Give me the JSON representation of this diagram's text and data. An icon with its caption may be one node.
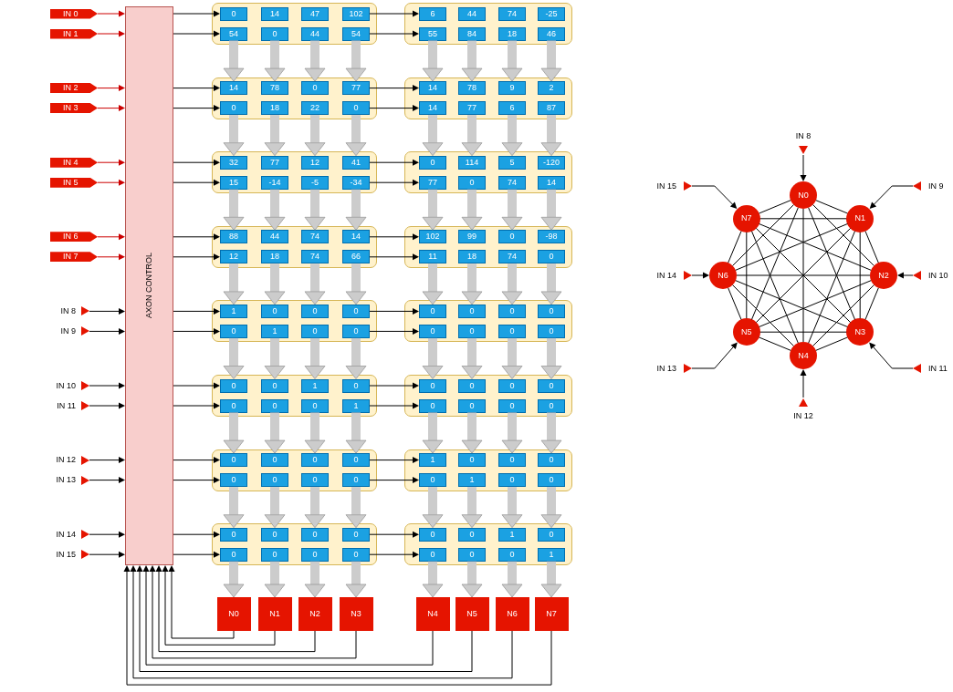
{
  "diagram": {
    "nodes": [
      {
        "text": [
          "IN 0"
        ]
      },
      {
        "text": [
          "IN 1"
        ]
      },
      {
        "text": [
          "IN 2"
        ]
      },
      {
        "text": [
          "IN 3"
        ]
      },
      {
        "text": [
          "IN 4"
        ]
      },
      {
        "text": [
          "IN 5"
        ]
      },
      {
        "text": [
          "IN 6"
        ]
      },
      {
        "text": [
          "IN 7"
        ]
      },
      {
        "text": [
          "IN 8"
        ]
      },
      {
        "text": [
          "IN 9"
        ]
      },
      {
        "text": [
          "IN 10"
        ]
      },
      {
        "text": [
          "IN 11"
        ]
      },
      {
        "text": [
          "IN 12"
        ]
      },
      {
        "text": [
          "IN 13"
        ]
      },
      {
        "text": [
          "IN 14"
        ]
      },
      {
        "text": [
          "IN 15"
        ]
      },
      {
        "text": [
          "AXON CONTROL"
        ]
      },
      {
        "text": [],
        "shape": "box"
      },
      {
        "text": [
          "0"
        ],
        "in": 17
      },
      {
        "text": [
          "14"
        ],
        "in": 17
      },
      {
        "text": [
          "47"
        ],
        "in": 17
      },
      {
        "text": [
          "102"
        ],
        "in": 17
      },
      {
        "text": [
          "54"
        ],
        "in": 17
      },
      {
        "text": [
          "0"
        ],
        "in": 17
      },
      {
        "text": [
          "44"
        ],
        "in": 17
      },
      {
        "text": [
          "54"
        ],
        "in": 17
      },
      {
        "text": [],
        "shape": "box"
      },
      {
        "text": [
          "6"
        ],
        "in": 26
      },
      {
        "text": [
          "44"
        ],
        "in": 26
      },
      {
        "text": [
          "74"
        ],
        "in": 26
      },
      {
        "text": [
          "-25"
        ],
        "in": 26
      },
      {
        "text": [
          "55"
        ],
        "in": 26
      },
      {
        "text": [
          "84"
        ],
        "in": 26
      },
      {
        "text": [
          "18"
        ],
        "in": 26
      },
      {
        "text": [
          "46"
        ],
        "in": 26
      },
      {
        "text": [],
        "shape": "box"
      },
      {
        "text": [
          "14"
        ],
        "in": 35
      },
      {
        "text": [
          "78"
        ],
        "in": 35
      },
      {
        "text": [
          "0"
        ],
        "in": 35
      },
      {
        "text": [
          "77"
        ],
        "in": 35
      },
      {
        "text": [
          "0"
        ],
        "in": 35
      },
      {
        "text": [
          "18"
        ],
        "in": 35
      },
      {
        "text": [
          "22"
        ],
        "in": 35
      },
      {
        "text": [
          "0"
        ],
        "in": 35
      },
      {
        "text": [],
        "shape": "box"
      },
      {
        "text": [
          "14"
        ],
        "in": 44
      },
      {
        "text": [
          "78"
        ],
        "in": 44
      },
      {
        "text": [
          "9"
        ],
        "in": 44
      },
      {
        "text": [
          "2"
        ],
        "in": 44
      },
      {
        "text": [
          "14"
        ],
        "in": 44
      },
      {
        "text": [
          "77"
        ],
        "in": 44
      },
      {
        "text": [
          "6"
        ],
        "in": 44
      },
      {
        "text": [
          "87"
        ],
        "in": 44
      },
      {
        "text": [],
        "shape": "box"
      },
      {
        "text": [
          "32"
        ],
        "in": 53
      },
      {
        "text": [
          "77"
        ],
        "in": 53
      },
      {
        "text": [
          "12"
        ],
        "in": 53
      },
      {
        "text": [
          "41"
        ],
        "in": 53
      },
      {
        "text": [
          "15"
        ],
        "in": 53
      },
      {
        "text": [
          "-14"
        ],
        "in": 53
      },
      {
        "text": [
          "-5"
        ],
        "in": 53
      },
      {
        "text": [
          "-34"
        ],
        "in": 53
      },
      {
        "text": [],
        "shape": "box"
      },
      {
        "text": [
          "0"
        ],
        "in": 62
      },
      {
        "text": [
          "114"
        ],
        "in": 62
      },
      {
        "text": [
          "5"
        ],
        "in": 62
      },
      {
        "text": [
          "-120"
        ],
        "in": 62
      },
      {
        "text": [
          "77"
        ],
        "in": 62
      },
      {
        "text": [
          "0"
        ],
        "in": 62
      },
      {
        "text": [
          "74"
        ],
        "in": 62
      },
      {
        "text": [
          "14"
        ],
        "in": 62
      },
      {
        "text": [],
        "shape": "box"
      },
      {
        "text": [
          "88"
        ],
        "in": 71
      },
      {
        "text": [
          "44"
        ],
        "in": 71
      },
      {
        "text": [
          "74"
        ],
        "in": 71
      },
      {
        "text": [
          "14"
        ],
        "in": 71
      },
      {
        "text": [
          "12"
        ],
        "in": 71
      },
      {
        "text": [
          "18"
        ],
        "in": 71
      },
      {
        "text": [
          "74"
        ],
        "in": 71
      },
      {
        "text": [
          "66"
        ],
        "in": 71
      },
      {
        "text": [],
        "shape": "box"
      },
      {
        "text": [
          "102"
        ],
        "in": 80
      },
      {
        "text": [
          "99"
        ],
        "in": 80
      },
      {
        "text": [
          "0"
        ],
        "in": 80
      },
      {
        "text": [
          "-98"
        ],
        "in": 80
      },
      {
        "text": [
          "11"
        ],
        "in": 80
      },
      {
        "text": [
          "18"
        ],
        "in": 80
      },
      {
        "text": [
          "74"
        ],
        "in": 80
      },
      {
        "text": [
          "0"
        ],
        "in": 80
      },
      {
        "text": [],
        "shape": "box"
      },
      {
        "text": [
          "1"
        ],
        "in": 89
      },
      {
        "text": [
          "0"
        ],
        "in": 89
      },
      {
        "text": [
          "0"
        ],
        "in": 89
      },
      {
        "text": [
          "0"
        ],
        "in": 89
      },
      {
        "text": [
          "0"
        ],
        "in": 89
      },
      {
        "text": [
          "1"
        ],
        "in": 89
      },
      {
        "text": [
          "0"
        ],
        "in": 89
      },
      {
        "text": [
          "0"
        ],
        "in": 89
      },
      {
        "text": [],
        "shape": "box"
      },
      {
        "text": [
          "0"
        ],
        "in": 98
      },
      {
        "text": [
          "0"
        ],
        "in": 98
      },
      {
        "text": [
          "0"
        ],
        "in": 98
      },
      {
        "text": [
          "0"
        ],
        "in": 98
      },
      {
        "text": [
          "0"
        ],
        "in": 98
      },
      {
        "text": [
          "0"
        ],
        "in": 98
      },
      {
        "text": [
          "0"
        ],
        "in": 98
      },
      {
        "text": [
          "0"
        ],
        "in": 98
      },
      {
        "text": [],
        "shape": "box"
      },
      {
        "text": [
          "0"
        ],
        "in": 107
      },
      {
        "text": [
          "0"
        ],
        "in": 107
      },
      {
        "text": [
          "1"
        ],
        "in": 107
      },
      {
        "text": [
          "0"
        ],
        "in": 107
      },
      {
        "text": [
          "0"
        ],
        "in": 107
      },
      {
        "text": [
          "0"
        ],
        "in": 107
      },
      {
        "text": [
          "0"
        ],
        "in": 107
      },
      {
        "text": [
          "1"
        ],
        "in": 107
      },
      {
        "text": [],
        "shape": "box"
      },
      {
        "text": [
          "0"
        ],
        "in": 116
      },
      {
        "text": [
          "0"
        ],
        "in": 116
      },
      {
        "text": [
          "0"
        ],
        "in": 116
      },
      {
        "text": [
          "0"
        ],
        "in": 116
      },
      {
        "text": [
          "0"
        ],
        "in": 116
      },
      {
        "text": [
          "0"
        ],
        "in": 116
      },
      {
        "text": [
          "0"
        ],
        "in": 116
      },
      {
        "text": [
          "0"
        ],
        "in": 116
      },
      {
        "text": [],
        "shape": "box"
      },
      {
        "text": [
          "0"
        ],
        "in": 125
      },
      {
        "text": [
          "0"
        ],
        "in": 125
      },
      {
        "text": [
          "0"
        ],
        "in": 125
      },
      {
        "text": [
          "0"
        ],
        "in": 125
      },
      {
        "text": [
          "0"
        ],
        "in": 125
      },
      {
        "text": [
          "0"
        ],
        "in": 125
      },
      {
        "text": [
          "0"
        ],
        "in": 125
      },
      {
        "text": [
          "0"
        ],
        "in": 125
      },
      {
        "text": [],
        "shape": "box"
      },
      {
        "text": [
          "1"
        ],
        "in": 134
      },
      {
        "text": [
          "0"
        ],
        "in": 134
      },
      {
        "text": [
          "0"
        ],
        "in": 134
      },
      {
        "text": [
          "0"
        ],
        "in": 134
      },
      {
        "text": [
          "0"
        ],
        "in": 134
      },
      {
        "text": [
          "1"
        ],
        "in": 134
      },
      {
        "text": [
          "0"
        ],
        "in": 134
      },
      {
        "text": [
          "0"
        ],
        "in": 134
      },
      {
        "text": [],
        "shape": "box"
      },
      {
        "text": [
          "0"
        ],
        "in": 143
      },
      {
        "text": [
          "0"
        ],
        "in": 143
      },
      {
        "text": [
          "0"
        ],
        "in": 143
      },
      {
        "text": [
          "0"
        ],
        "in": 143
      },
      {
        "text": [
          "0"
        ],
        "in": 143
      },
      {
        "text": [
          "0"
        ],
        "in": 143
      },
      {
        "text": [
          "0"
        ],
        "in": 143
      },
      {
        "text": [
          "0"
        ],
        "in": 143
      },
      {
        "text": [],
        "shape": "box"
      },
      {
        "text": [
          "0"
        ],
        "in": 152
      },
      {
        "text": [
          "0"
        ],
        "in": 152
      },
      {
        "text": [
          "1"
        ],
        "in": 152
      },
      {
        "text": [
          "0"
        ],
        "in": 152
      },
      {
        "text": [
          "0"
        ],
        "in": 152
      },
      {
        "text": [
          "0"
        ],
        "in": 152
      },
      {
        "text": [
          "0"
        ],
        "in": 152
      },
      {
        "text": [
          "1"
        ],
        "in": 152
      },
      {
        "text": [
          "N0"
        ]
      },
      {
        "text": [
          "N1"
        ]
      },
      {
        "text": [
          "N2"
        ]
      },
      {
        "text": [
          "N3"
        ]
      },
      {
        "text": [
          "N4"
        ]
      },
      {
        "text": [
          "N5"
        ]
      },
      {
        "text": [
          "N6"
        ]
      },
      {
        "text": [
          "N7"
        ]
      },
      {
        "text": [
          "IN 8"
        ]
      },
      {
        "text": [
          "IN 9"
        ]
      },
      {
        "text": [
          "IN 10"
        ]
      },
      {
        "text": [
          "IN 11"
        ]
      },
      {
        "text": [
          "IN 12"
        ]
      },
      {
        "text": [
          "IN 13"
        ]
      },
      {
        "text": [
          "IN 14"
        ]
      },
      {
        "text": [
          "IN 15"
        ]
      },
      {
        "text": [
          "N0"
        ]
      },
      {
        "text": [
          "N1"
        ]
      },
      {
        "text": [
          "N2"
        ]
      },
      {
        "text": [
          "N3"
        ]
      },
      {
        "text": [
          "N4"
        ]
      },
      {
        "text": [
          "N5"
        ]
      },
      {
        "text": [
          "N6"
        ]
      },
      {
        "text": [
          "N7"
        ]
      }
    ],
    "edges": [
      {
        "from": 0,
        "to": 16,
        "arrow": "to",
        "color": "#cc0000"
      },
      {
        "from": 1,
        "to": 16,
        "arrow": "to",
        "color": "#cc0000"
      },
      {
        "from": 2,
        "to": 16,
        "arrow": "to",
        "color": "#cc0000"
      },
      {
        "from": 3,
        "to": 16,
        "arrow": "to",
        "color": "#cc0000"
      },
      {
        "from": 4,
        "to": 16,
        "arrow": "to",
        "color": "#cc0000"
      },
      {
        "from": 5,
        "to": 16,
        "arrow": "to",
        "color": "#cc0000"
      },
      {
        "from": 6,
        "to": 16,
        "arrow": "to",
        "color": "#cc0000"
      },
      {
        "from": 7,
        "to": 16,
        "arrow": "to",
        "color": "#cc0000"
      },
      {
        "from": 8,
        "to": 16,
        "arrow": "to"
      },
      {
        "from": 9,
        "to": 16,
        "arrow": "to"
      },
      {
        "from": 10,
        "to": 16,
        "arrow": "to"
      },
      {
        "from": 11,
        "to": 16,
        "arrow": "to"
      },
      {
        "from": 12,
        "to": 16,
        "arrow": "to"
      },
      {
        "from": 13,
        "to": 16,
        "arrow": "to"
      },
      {
        "from": 14,
        "to": 16,
        "arrow": "to"
      },
      {
        "from": 15,
        "to": 16,
        "arrow": "to"
      },
      {
        "from": 16,
        "to": 18,
        "arrow": "to"
      },
      {
        "from": 16,
        "to": 22,
        "arrow": "to"
      },
      {
        "from": 16,
        "to": 36,
        "arrow": "to"
      },
      {
        "from": 16,
        "to": 40,
        "arrow": "to"
      },
      {
        "from": 16,
        "to": 54,
        "arrow": "to"
      },
      {
        "from": 16,
        "to": 58,
        "arrow": "to"
      },
      {
        "from": 16,
        "to": 72,
        "arrow": "to"
      },
      {
        "from": 16,
        "to": 76,
        "arrow": "to"
      },
      {
        "from": 16,
        "to": 90,
        "arrow": "to"
      },
      {
        "from": 16,
        "to": 94,
        "arrow": "to"
      },
      {
        "from": 16,
        "to": 108,
        "arrow": "to"
      },
      {
        "from": 16,
        "to": 112,
        "arrow": "to"
      },
      {
        "from": 16,
        "to": 126,
        "arrow": "to"
      },
      {
        "from": 16,
        "to": 130,
        "arrow": "to"
      },
      {
        "from": 16,
        "to": 144,
        "arrow": "to"
      },
      {
        "from": 16,
        "to": 148,
        "arrow": "to"
      },
      {
        "from": 21,
        "to": 27,
        "arrow": "to"
      },
      {
        "from": 25,
        "to": 31,
        "arrow": "to"
      },
      {
        "from": 39,
        "to": 45,
        "arrow": "to"
      },
      {
        "from": 43,
        "to": 49,
        "arrow": "to"
      },
      {
        "from": 57,
        "to": 63,
        "arrow": "to"
      },
      {
        "from": 61,
        "to": 67,
        "arrow": "to"
      },
      {
        "from": 75,
        "to": 81,
        "arrow": "to"
      },
      {
        "from": 79,
        "to": 85,
        "arrow": "to"
      },
      {
        "from": 93,
        "to": 99,
        "arrow": "to"
      },
      {
        "from": 97,
        "to": 103,
        "arrow": "to"
      },
      {
        "from": 111,
        "to": 117,
        "arrow": "to"
      },
      {
        "from": 115,
        "to": 121,
        "arrow": "to"
      },
      {
        "from": 129,
        "to": 135,
        "arrow": "to"
      },
      {
        "from": 133,
        "to": 139,
        "arrow": "to"
      },
      {
        "from": 147,
        "to": 153,
        "arrow": "to"
      },
      {
        "from": 151,
        "to": 157,
        "arrow": "to"
      },
      {
        "from": 22,
        "to": 36,
        "arrow": "to",
        "style": "thick",
        "color": "#cccccc"
      },
      {
        "from": 23,
        "to": 37,
        "arrow": "to",
        "style": "thick",
        "color": "#cccccc"
      },
      {
        "from": 24,
        "to": 38,
        "arrow": "to",
        "style": "thick",
        "color": "#cccccc"
      },
      {
        "from": 25,
        "to": 39,
        "arrow": "to",
        "style": "thick",
        "color": "#cccccc"
      },
      {
        "from": 31,
        "to": 45,
        "arrow": "to",
        "style": "thick",
        "color": "#cccccc"
      },
      {
        "from": 32,
        "to": 46,
        "arrow": "to",
        "style": "thick",
        "color": "#cccccc"
      },
      {
        "from": 33,
        "to": 47,
        "arrow": "to",
        "style": "thick",
        "color": "#cccccc"
      },
      {
        "from": 34,
        "to": 48,
        "arrow": "to",
        "style": "thick",
        "color": "#cccccc"
      },
      {
        "from": 40,
        "to": 54,
        "arrow": "to",
        "style": "thick",
        "color": "#cccccc"
      },
      {
        "from": 41,
        "to": 55,
        "arrow": "to",
        "style": "thick",
        "color": "#cccccc"
      },
      {
        "from": 42,
        "to": 56,
        "arrow": "to",
        "style": "thick",
        "color": "#cccccc"
      },
      {
        "from": 43,
        "to": 57,
        "arrow": "to",
        "style": "thick",
        "color": "#cccccc"
      },
      {
        "from": 49,
        "to": 63,
        "arrow": "to",
        "style": "thick",
        "color": "#cccccc"
      },
      {
        "from": 50,
        "to": 64,
        "arrow": "to",
        "style": "thick",
        "color": "#cccccc"
      },
      {
        "from": 51,
        "to": 65,
        "arrow": "to",
        "style": "thick",
        "color": "#cccccc"
      },
      {
        "from": 52,
        "to": 66,
        "arrow": "to",
        "style": "thick",
        "color": "#cccccc"
      },
      {
        "from": 58,
        "to": 72,
        "arrow": "to",
        "style": "thick",
        "color": "#cccccc"
      },
      {
        "from": 59,
        "to": 73,
        "arrow": "to",
        "style": "thick",
        "color": "#cccccc"
      },
      {
        "from": 60,
        "to": 74,
        "arrow": "to",
        "style": "thick",
        "color": "#cccccc"
      },
      {
        "from": 61,
        "to": 75,
        "arrow": "to",
        "style": "thick",
        "color": "#cccccc"
      },
      {
        "from": 67,
        "to": 81,
        "arrow": "to",
        "style": "thick",
        "color": "#cccccc"
      },
      {
        "from": 68,
        "to": 82,
        "arrow": "to",
        "style": "thick",
        "color": "#cccccc"
      },
      {
        "from": 69,
        "to": 83,
        "arrow": "to",
        "style": "thick",
        "color": "#cccccc"
      },
      {
        "from": 70,
        "to": 84,
        "arrow": "to",
        "style": "thick",
        "color": "#cccccc"
      },
      {
        "from": 76,
        "to": 90,
        "arrow": "to",
        "style": "thick",
        "color": "#cccccc"
      },
      {
        "from": 77,
        "to": 91,
        "arrow": "to",
        "style": "thick",
        "color": "#cccccc"
      },
      {
        "from": 78,
        "to": 92,
        "arrow": "to",
        "style": "thick",
        "color": "#cccccc"
      },
      {
        "from": 79,
        "to": 93,
        "arrow": "to",
        "style": "thick",
        "color": "#cccccc"
      },
      {
        "from": 85,
        "to": 99,
        "arrow": "to",
        "style": "thick",
        "color": "#cccccc"
      },
      {
        "from": 86,
        "to": 100,
        "arrow": "to",
        "style": "thick",
        "color": "#cccccc"
      },
      {
        "from": 87,
        "to": 101,
        "arrow": "to",
        "style": "thick",
        "color": "#cccccc"
      },
      {
        "from": 88,
        "to": 102,
        "arrow": "to",
        "style": "thick",
        "color": "#cccccc"
      },
      {
        "from": 94,
        "to": 108,
        "arrow": "to",
        "style": "thick",
        "color": "#cccccc"
      },
      {
        "from": 95,
        "to": 109,
        "arrow": "to",
        "style": "thick",
        "color": "#cccccc"
      },
      {
        "from": 96,
        "to": 110,
        "arrow": "to",
        "style": "thick",
        "color": "#cccccc"
      },
      {
        "from": 97,
        "to": 111,
        "arrow": "to",
        "style": "thick",
        "color": "#cccccc"
      },
      {
        "from": 103,
        "to": 117,
        "arrow": "to",
        "style": "thick",
        "color": "#cccccc"
      },
      {
        "from": 104,
        "to": 118,
        "arrow": "to",
        "style": "thick",
        "color": "#cccccc"
      },
      {
        "from": 105,
        "to": 119,
        "arrow": "to",
        "style": "thick",
        "color": "#cccccc"
      },
      {
        "from": 106,
        "to": 120,
        "arrow": "to",
        "style": "thick",
        "color": "#cccccc"
      },
      {
        "from": 112,
        "to": 126,
        "arrow": "to",
        "style": "thick",
        "color": "#cccccc"
      },
      {
        "from": 113,
        "to": 127,
        "arrow": "to",
        "style": "thick",
        "color": "#cccccc"
      },
      {
        "from": 114,
        "to": 128,
        "arrow": "to",
        "style": "thick",
        "color": "#cccccc"
      },
      {
        "from": 115,
        "to": 129,
        "arrow": "to",
        "style": "thick",
        "color": "#cccccc"
      },
      {
        "from": 121,
        "to": 135,
        "arrow": "to",
        "style": "thick",
        "color": "#cccccc"
      },
      {
        "from": 122,
        "to": 136,
        "arrow": "to",
        "style": "thick",
        "color": "#cccccc"
      },
      {
        "from": 123,
        "to": 137,
        "arrow": "to",
        "style": "thick",
        "color": "#cccccc"
      },
      {
        "from": 124,
        "to": 138,
        "arrow": "to",
        "style": "thick",
        "color": "#cccccc"
      },
      {
        "from": 130,
        "to": 144,
        "arrow": "to",
        "style": "thick",
        "color": "#cccccc"
      },
      {
        "from": 131,
        "to": 145,
        "arrow": "to",
        "style": "thick",
        "color": "#cccccc"
      },
      {
        "from": 132,
        "to": 146,
        "arrow": "to",
        "style": "thick",
        "color": "#cccccc"
      },
      {
        "from": 133,
        "to": 147,
        "arrow": "to",
        "style": "thick",
        "color": "#cccccc"
      },
      {
        "from": 139,
        "to": 153,
        "arrow": "to",
        "style": "thick",
        "color": "#cccccc"
      },
      {
        "from": 140,
        "to": 154,
        "arrow": "to",
        "style": "thick",
        "color": "#cccccc"
      },
      {
        "from": 141,
        "to": 155,
        "arrow": "to",
        "style": "thick",
        "color": "#cccccc"
      },
      {
        "from": 142,
        "to": 156,
        "arrow": "to",
        "style": "thick",
        "color": "#cccccc"
      },
      {
        "from": 148,
        "to": 161,
        "arrow": "to",
        "style": "thick",
        "color": "#cccccc"
      },
      {
        "from": 149,
        "to": 162,
        "arrow": "to",
        "style": "thick",
        "color": "#cccccc"
      },
      {
        "from": 150,
        "to": 163,
        "arrow": "to",
        "style": "thick",
        "color": "#cccccc"
      },
      {
        "from": 151,
        "to": 164,
        "arrow": "to",
        "style": "thick",
        "color": "#cccccc"
      },
      {
        "from": 157,
        "to": 165,
        "arrow": "to",
        "style": "thick",
        "color": "#cccccc"
      },
      {
        "from": 158,
        "to": 166,
        "arrow": "to",
        "style": "thick",
        "color": "#cccccc"
      },
      {
        "from": 159,
        "to": 167,
        "arrow": "to",
        "style": "thick",
        "color": "#cccccc"
      },
      {
        "from": 160,
        "to": 168,
        "arrow": "to",
        "style": "thick",
        "color": "#cccccc"
      },
      {
        "from": 161,
        "to": 16,
        "arrow": "to"
      },
      {
        "from": 162,
        "to": 16,
        "arrow": "to"
      },
      {
        "from": 163,
        "to": 16,
        "arrow": "to"
      },
      {
        "from": 164,
        "to": 16,
        "arrow": "to"
      },
      {
        "from": 165,
        "to": 16,
        "arrow": "to"
      },
      {
        "from": 166,
        "to": 16,
        "arrow": "to"
      },
      {
        "from": 167,
        "to": 16,
        "arrow": "to"
      },
      {
        "from": 168,
        "to": 16,
        "arrow": "to"
      },
      {
        "from": 169,
        "to": 177,
        "arrow": "to"
      },
      {
        "from": 170,
        "to": 178,
        "arrow": "to"
      },
      {
        "from": 171,
        "to": 179,
        "arrow": "to"
      },
      {
        "from": 172,
        "to": 180,
        "arrow": "to"
      },
      {
        "from": 173,
        "to": 181,
        "arrow": "to"
      },
      {
        "from": 174,
        "to": 182,
        "arrow": "to"
      },
      {
        "from": 175,
        "to": 183,
        "arrow": "to"
      },
      {
        "from": 176,
        "to": 184,
        "arrow": "to"
      },
      {
        "from": 177,
        "to": 178,
        "arrow": "none"
      },
      {
        "from": 177,
        "to": 179,
        "arrow": "none"
      },
      {
        "from": 177,
        "to": 180,
        "arrow": "none"
      },
      {
        "from": 177,
        "to": 181,
        "arrow": "none"
      },
      {
        "from": 177,
        "to": 182,
        "arrow": "none"
      },
      {
        "from": 177,
        "to": 183,
        "arrow": "none"
      },
      {
        "from": 177,
        "to": 184,
        "arrow": "none"
      },
      {
        "from": 178,
        "to": 179,
        "arrow": "none"
      },
      {
        "from": 178,
        "to": 180,
        "arrow": "none"
      },
      {
        "from": 178,
        "to": 181,
        "arrow": "none"
      },
      {
        "from": 178,
        "to": 182,
        "arrow": "none"
      },
      {
        "from": 178,
        "to": 183,
        "arrow": "none"
      },
      {
        "from": 178,
        "to": 184,
        "arrow": "none"
      },
      {
        "from": 179,
        "to": 180,
        "arrow": "none"
      },
      {
        "from": 179,
        "to": 181,
        "arrow": "none"
      },
      {
        "from": 179,
        "to": 182,
        "arrow": "none"
      },
      {
        "from": 179,
        "to": 183,
        "arrow": "none"
      },
      {
        "from": 179,
        "to": 184,
        "arrow": "none"
      },
      {
        "from": 180,
        "to": 181,
        "arrow": "none"
      },
      {
        "from": 180,
        "to": 182,
        "arrow": "none"
      },
      {
        "from": 180,
        "to": 183,
        "arrow": "none"
      },
      {
        "from": 180,
        "to": 184,
        "arrow": "none"
      },
      {
        "from": 181,
        "to": 182,
        "arrow": "none"
      },
      {
        "from": 181,
        "to": 183,
        "arrow": "none"
      },
      {
        "from": 181,
        "to": 184,
        "arrow": "none"
      },
      {
        "from": 182,
        "to": 183,
        "arrow": "none"
      },
      {
        "from": 182,
        "to": 184,
        "arrow": "none"
      },
      {
        "from": 183,
        "to": 184,
        "arrow": "none"
      }
    ]
  }
}
